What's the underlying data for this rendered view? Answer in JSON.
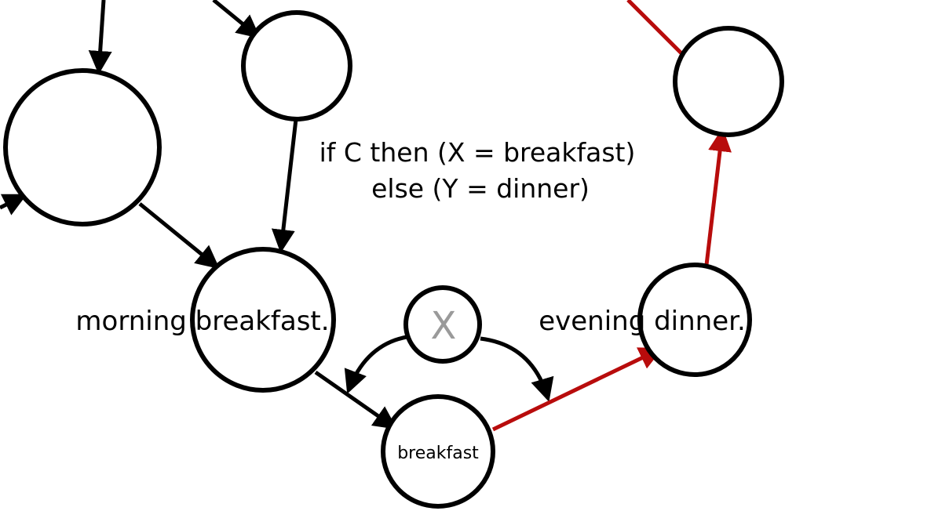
{
  "condition": {
    "line1": "if C then (X = breakfast)",
    "line2": "else (Y = dinner)"
  },
  "nodes": {
    "morning_label": "morning breakfast.",
    "evening_label": "evening dinner.",
    "variable_label": "X",
    "breakfast_label": "breakfast"
  },
  "colors": {
    "edge_default": "#000000",
    "edge_highlight": "#b80c0c",
    "variable_text": "#9a9a9a"
  }
}
